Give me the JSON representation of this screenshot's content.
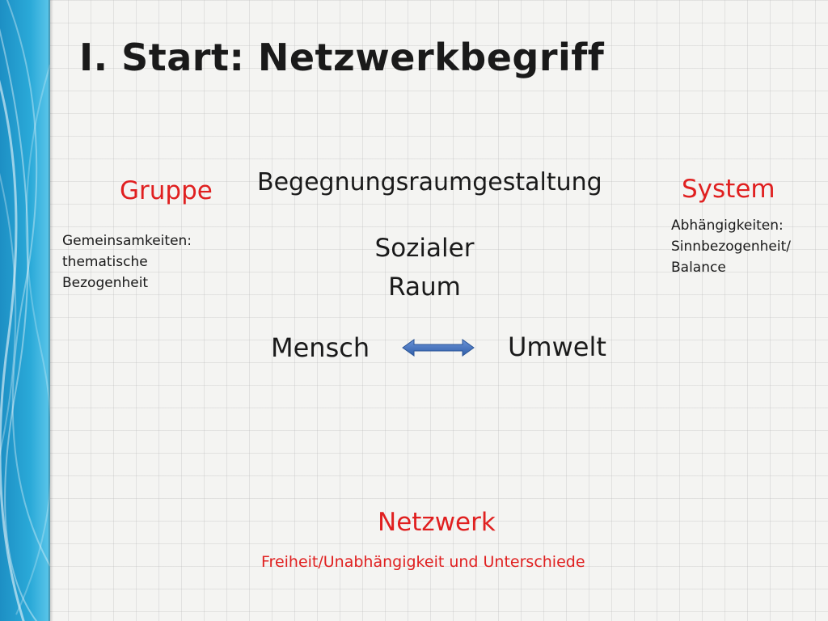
{
  "slide": {
    "title": "I. Start: Netzwerkbegriff",
    "center_heading": "Begegnungsraumgestaltung",
    "left": {
      "label": "Gruppe",
      "note_lines": [
        "Gemeinsamkeiten:",
        "thematische",
        "Bezogenheit"
      ]
    },
    "right": {
      "label": "System",
      "note_lines": [
        "Abhängigkeiten:",
        "Sinnbezogenheit/",
        "Balance"
      ]
    },
    "center": {
      "social_space_lines": [
        "Sozialer",
        "Raum"
      ],
      "left_term": "Mensch",
      "right_term": "Umwelt"
    },
    "bottom": {
      "label": "Netzwerk",
      "subtitle": "Freiheit/Unabhängigkeit und Unterschiede"
    }
  },
  "colors": {
    "accent_red": "#e02020",
    "band_blue": "#2aa9d8",
    "arrow_blue": "#3f6fbf",
    "text_dark": "#1a1a1a"
  },
  "icons": {
    "arrow": "double-headed-arrow-icon"
  }
}
